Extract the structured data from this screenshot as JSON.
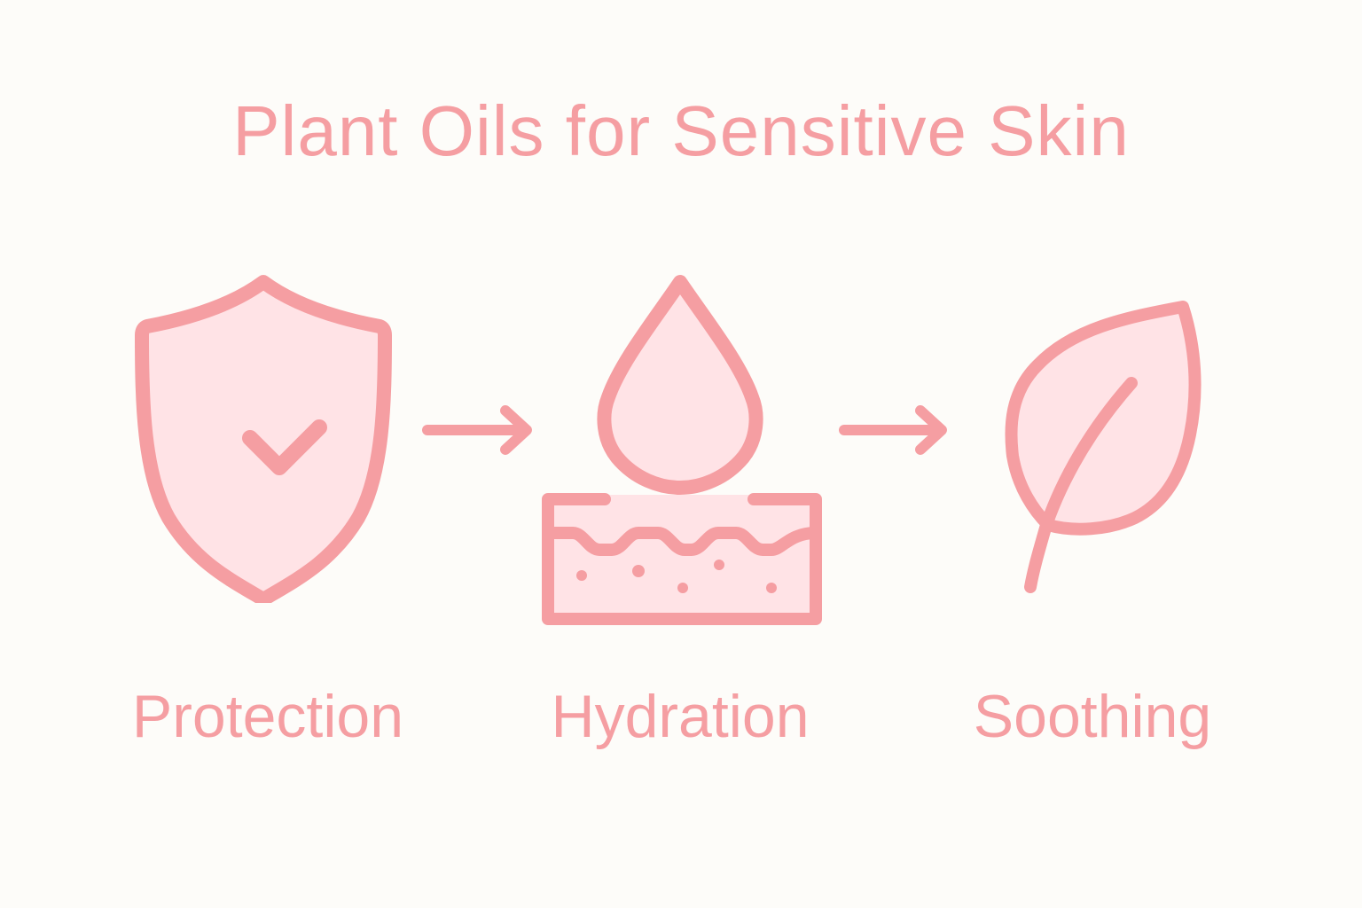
{
  "title": "Plant Oils for Sensitive Skin",
  "colors": {
    "background": "#fdfcf9",
    "stroke": "#f59ea2",
    "fill": "#ffe3e6",
    "text": "#f59ea2"
  },
  "steps": [
    {
      "label": "Protection",
      "icon": "shield-check-icon"
    },
    {
      "label": "Hydration",
      "icon": "droplet-skin-icon"
    },
    {
      "label": "Soothing",
      "icon": "leaf-icon"
    }
  ],
  "connectors": [
    {
      "icon": "arrow-right-icon"
    },
    {
      "icon": "arrow-right-icon"
    }
  ]
}
